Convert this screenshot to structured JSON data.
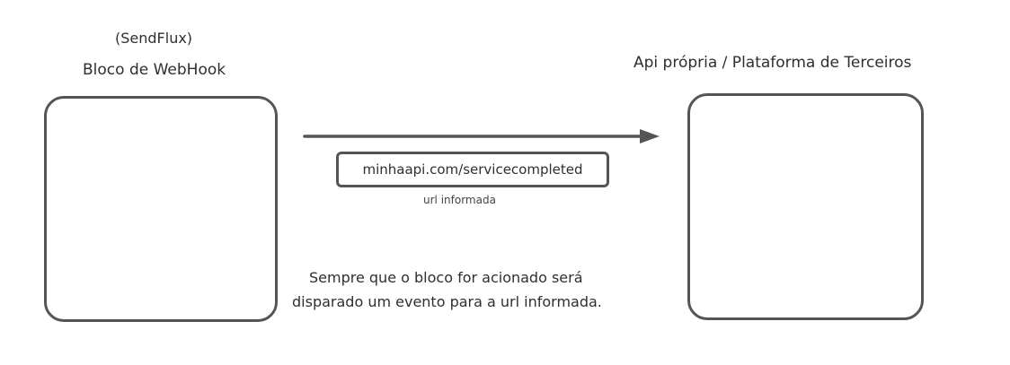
{
  "source_block": {
    "platform_label": "(SendFlux)",
    "title": "Bloco de WebHook"
  },
  "target_block": {
    "title": "Api própria / Plataforma de Terceiros"
  },
  "connection": {
    "url": "minhaapi.com/servicecompleted",
    "caption": "url informada"
  },
  "note": {
    "line1": "Sempre que o bloco for acionado será",
    "line2": "disparado um evento para a url informada."
  },
  "colors": {
    "stroke": "#555555",
    "text": "#2f2f2f",
    "background": "#ffffff"
  }
}
